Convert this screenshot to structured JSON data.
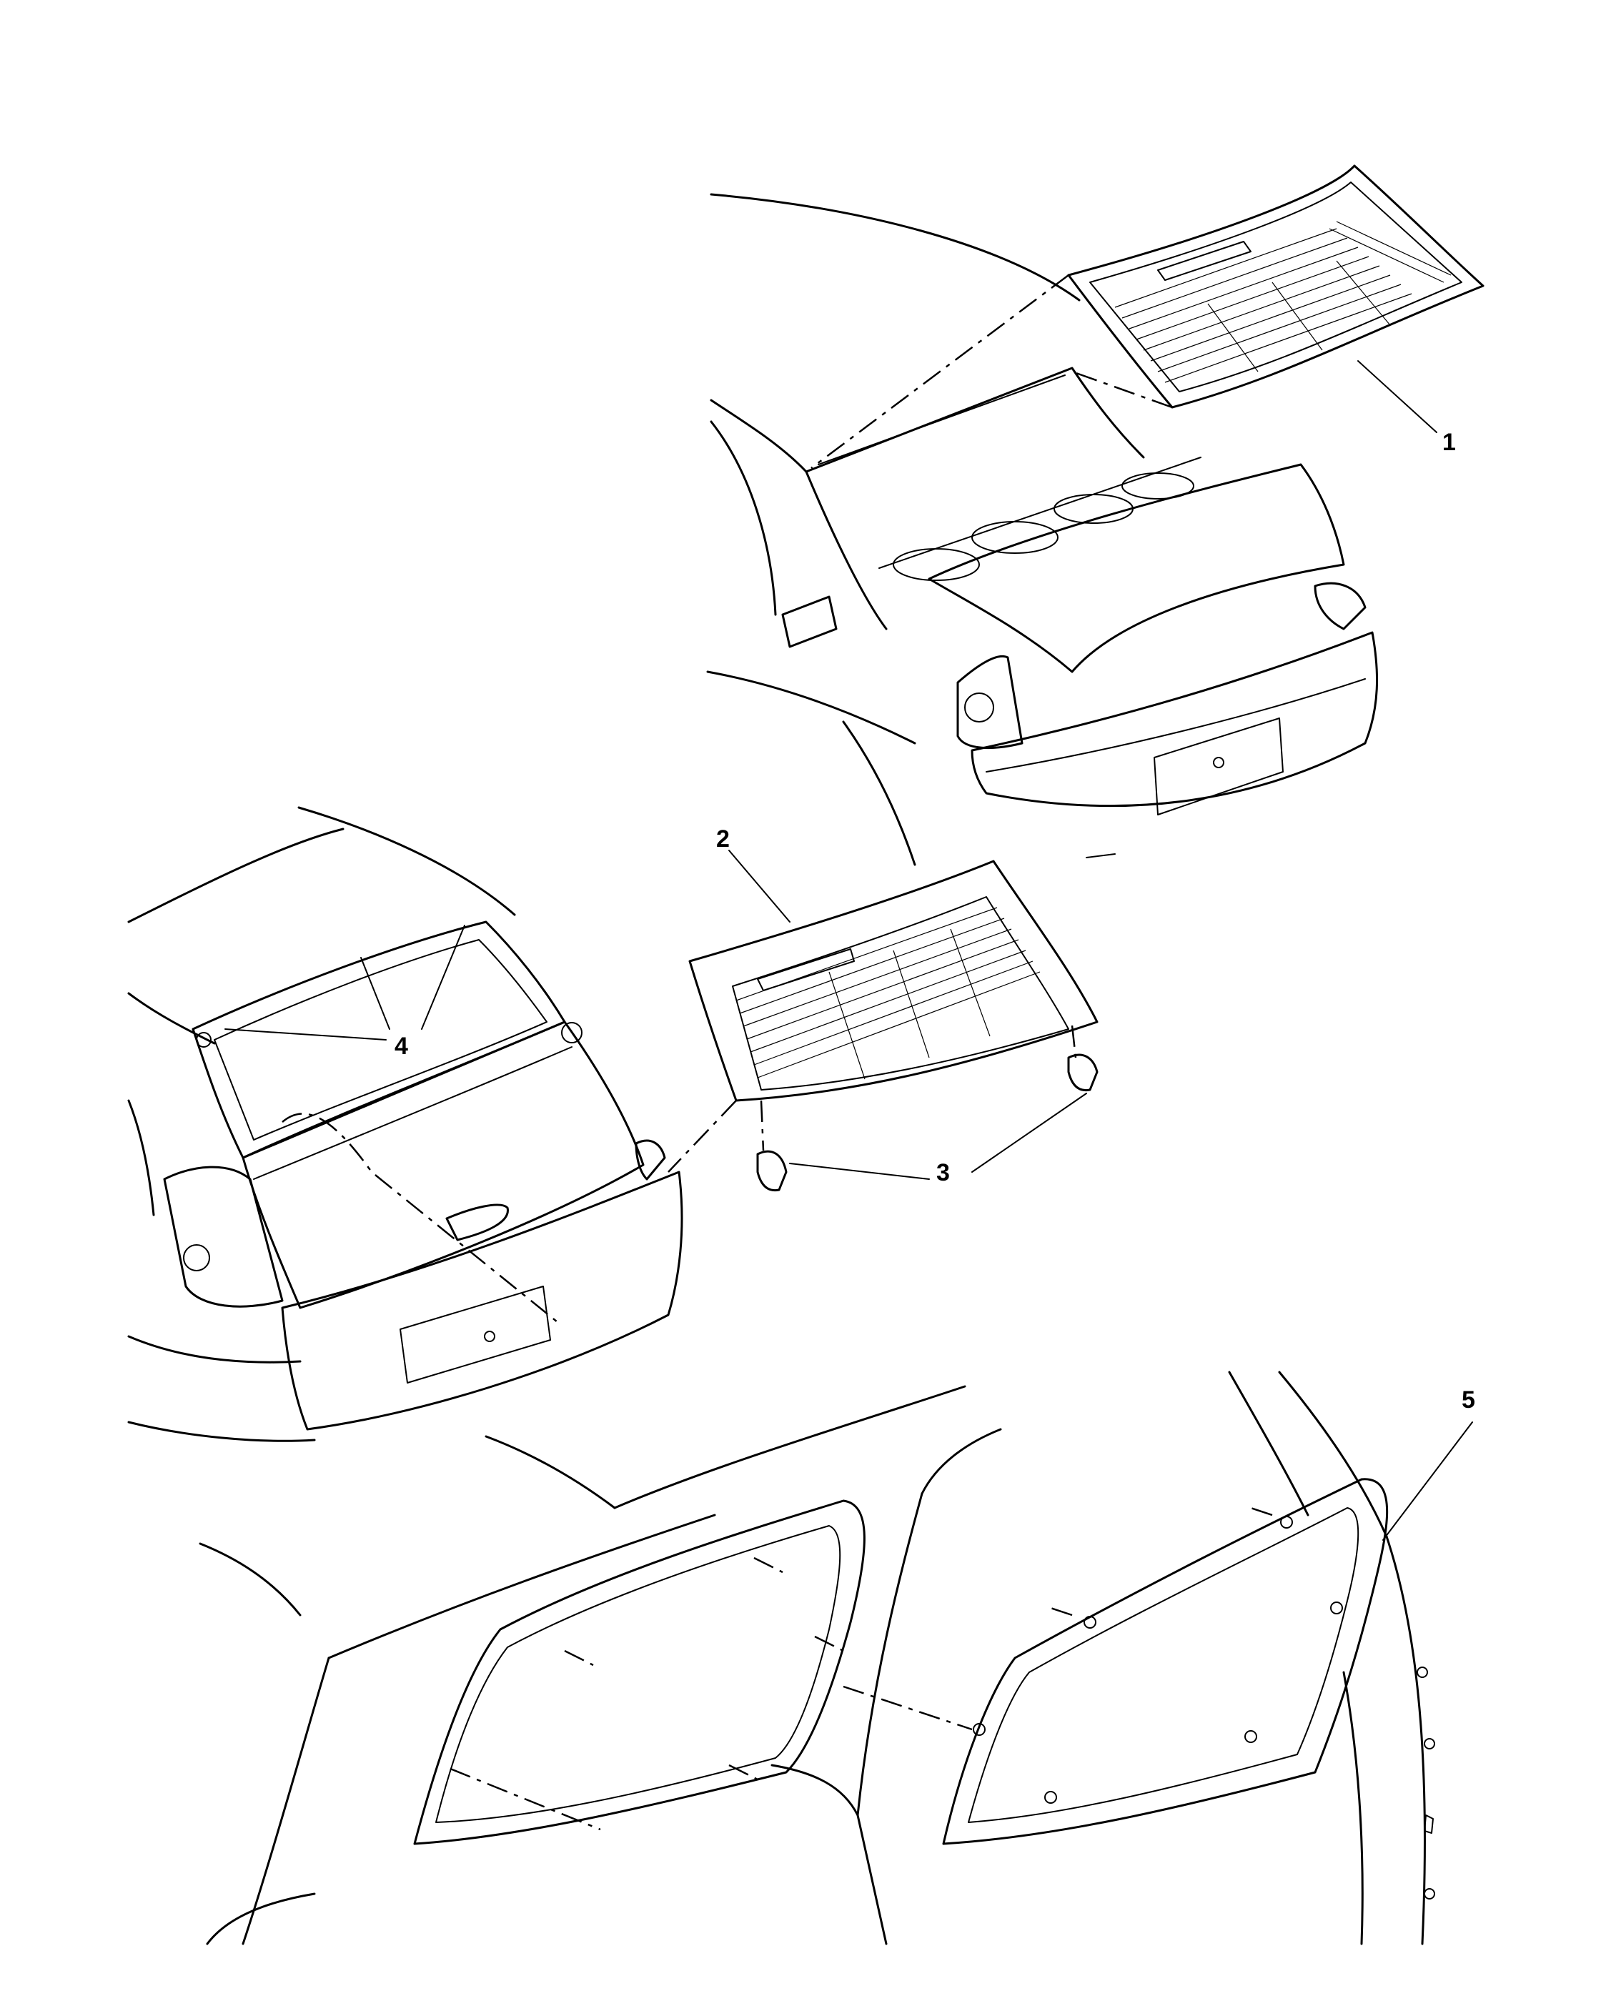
{
  "callouts": [
    {
      "id": "1",
      "text": "1"
    },
    {
      "id": "2",
      "text": "2"
    },
    {
      "id": "3",
      "text": "3"
    },
    {
      "id": "4",
      "text": "4"
    },
    {
      "id": "5",
      "text": "5"
    }
  ],
  "style": {
    "line_color": "#000000",
    "background": "#ffffff"
  }
}
